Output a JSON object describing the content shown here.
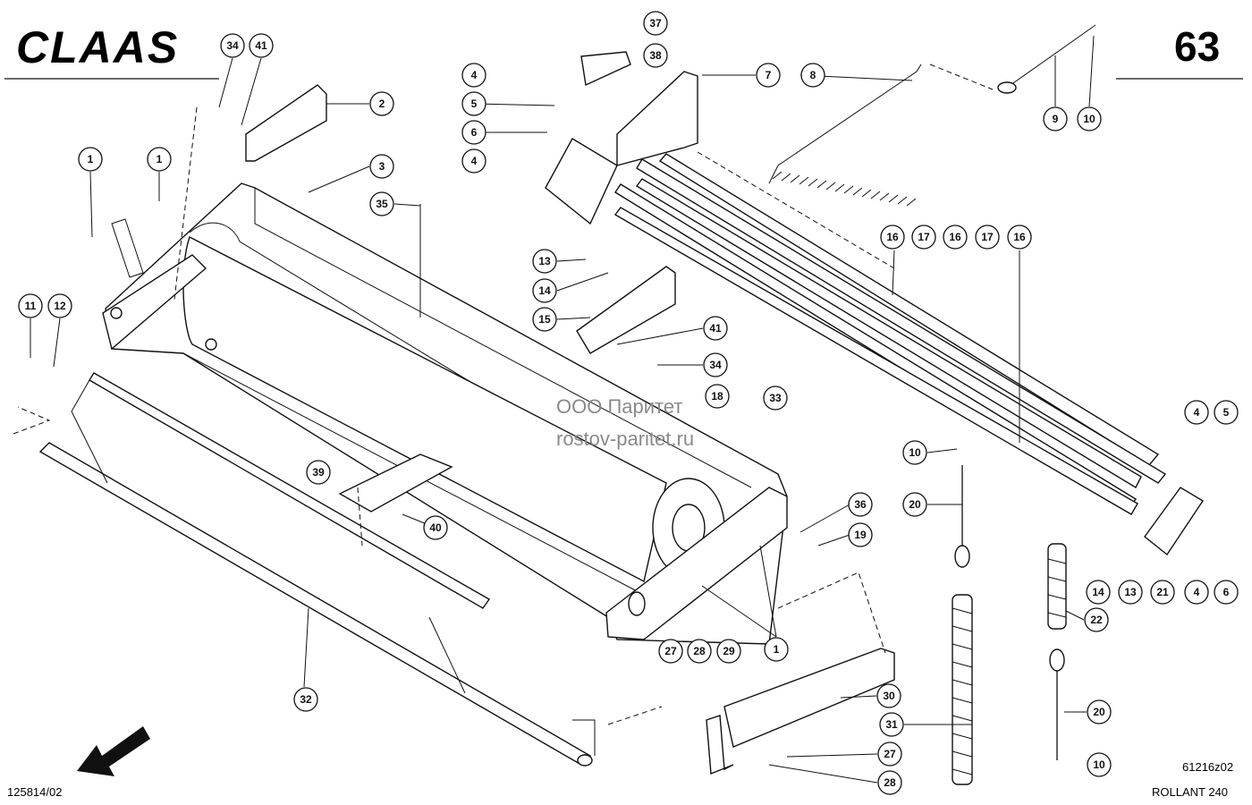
{
  "header": {
    "brand": "CLAAS",
    "page_number": "63"
  },
  "footer": {
    "left_code": "125814/02",
    "right_code": "61216z02",
    "model": "ROLLANT 240"
  },
  "watermark": {
    "line1": "ООО Паритет",
    "line2": "rostov-paritet.ru"
  },
  "callouts": [
    {
      "label": "34"
    },
    {
      "label": "41"
    },
    {
      "label": "2"
    },
    {
      "label": "1"
    },
    {
      "label": "1"
    },
    {
      "label": "3"
    },
    {
      "label": "35"
    },
    {
      "label": "11"
    },
    {
      "label": "12"
    },
    {
      "label": "37"
    },
    {
      "label": "38"
    },
    {
      "label": "4"
    },
    {
      "label": "5"
    },
    {
      "label": "6"
    },
    {
      "label": "4"
    },
    {
      "label": "7"
    },
    {
      "label": "8"
    },
    {
      "label": "9"
    },
    {
      "label": "10"
    },
    {
      "label": "13"
    },
    {
      "label": "14"
    },
    {
      "label": "15"
    },
    {
      "label": "41"
    },
    {
      "label": "34"
    },
    {
      "label": "18"
    },
    {
      "label": "33"
    },
    {
      "label": "16"
    },
    {
      "label": "17"
    },
    {
      "label": "16"
    },
    {
      "label": "17"
    },
    {
      "label": "16"
    },
    {
      "label": "4"
    },
    {
      "label": "5"
    },
    {
      "label": "10"
    },
    {
      "label": "20"
    },
    {
      "label": "39"
    },
    {
      "label": "40"
    },
    {
      "label": "36"
    },
    {
      "label": "19"
    },
    {
      "label": "1"
    },
    {
      "label": "14"
    },
    {
      "label": "13"
    },
    {
      "label": "21"
    },
    {
      "label": "4"
    },
    {
      "label": "6"
    },
    {
      "label": "22"
    },
    {
      "label": "27"
    },
    {
      "label": "28"
    },
    {
      "label": "29"
    },
    {
      "label": "30"
    },
    {
      "label": "31"
    },
    {
      "label": "27"
    },
    {
      "label": "28"
    },
    {
      "label": "20"
    },
    {
      "label": "10"
    },
    {
      "label": "32"
    }
  ]
}
